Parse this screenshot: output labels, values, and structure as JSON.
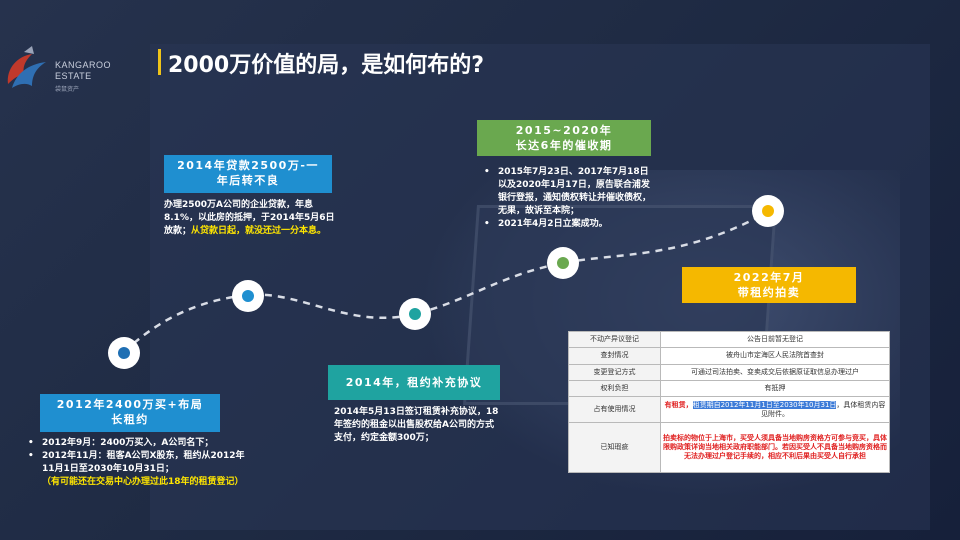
{
  "logo": {
    "name_line1": "KANGAROO",
    "name_line2": "ESTATE",
    "subtitle": "袋鼠资产",
    "icon": "kangaroo-icon"
  },
  "title": "2000万价值的局，是如何布的?",
  "colors": {
    "accent_yellow": "#f0c419",
    "blue": "#1f8fd0",
    "teal": "#1fa3a0",
    "green": "#6aa84f",
    "gold": "#f5b800",
    "highlight": "#ffe600"
  },
  "events": {
    "e2012": {
      "heading_line1": "2012年2400万买+布局",
      "heading_line2": "长租约",
      "bullets": [
        "2012年9月：2400万买入，A公司名下；",
        "2012年11月：租客A公司X股东，租约从2012年11月1日至2030年10月31日；"
      ],
      "note": "（有可能还在交易中心办理过此18年的租赁登记）"
    },
    "e2014a": {
      "heading_line1": "2014年贷款2500万-一",
      "heading_line2": "年后转不良",
      "text": "办理2500万A公司的企业贷款，年息8.1%，以此房的抵押，于2014年5月6日放款；",
      "highlight": "从贷款日起，就没还过一分本息。"
    },
    "e2014b": {
      "heading": "2014年，租约补充协议",
      "text": "2014年5月13日签订租赁补充协议，18年签约的租金以出售股权给A公司的方式支付，约定金额300万；"
    },
    "e2015": {
      "heading_line1": "2015~2020年",
      "heading_line2": "长达6年的催收期",
      "bullets": [
        "2015年7月23日、2017年7月18日以及2020年1月17日，原告联合浦发银行登报，通知债权转让并催收债权，无果，故诉至本院；",
        "2021年4月2日立案成功。"
      ]
    },
    "e2022": {
      "heading_line1": "2022年7月",
      "heading_line2": "带租约拍卖"
    }
  },
  "doc_table": {
    "rows": [
      {
        "key": "不动产异议登记",
        "value": "公告日前暂无登记"
      },
      {
        "key": "查封情况",
        "value": "被舟山市定海区人民法院首查封"
      },
      {
        "key": "变更登记方式",
        "value": "可通过司法拍卖、变卖成交后依据原证取信息办理过户"
      },
      {
        "key": "权利负担",
        "value": "有抵押"
      },
      {
        "key": "占有使用情况",
        "value_red": "有租赁，",
        "value_sel": "租赁期自2012年11月1日至2030年10月31日",
        "value_rest": "，具体租赁内容见附件。"
      },
      {
        "key": "已知瑕疵",
        "value": "拍卖标的物位于上海市，买受人须具备当地购房资格方可参与竞买，具体限购政策详询当地相关政府职能部门。若因买受人不具备当地购房资格而无法办理过户登记手续的，相应不利后果由买受人自行承担"
      }
    ]
  }
}
